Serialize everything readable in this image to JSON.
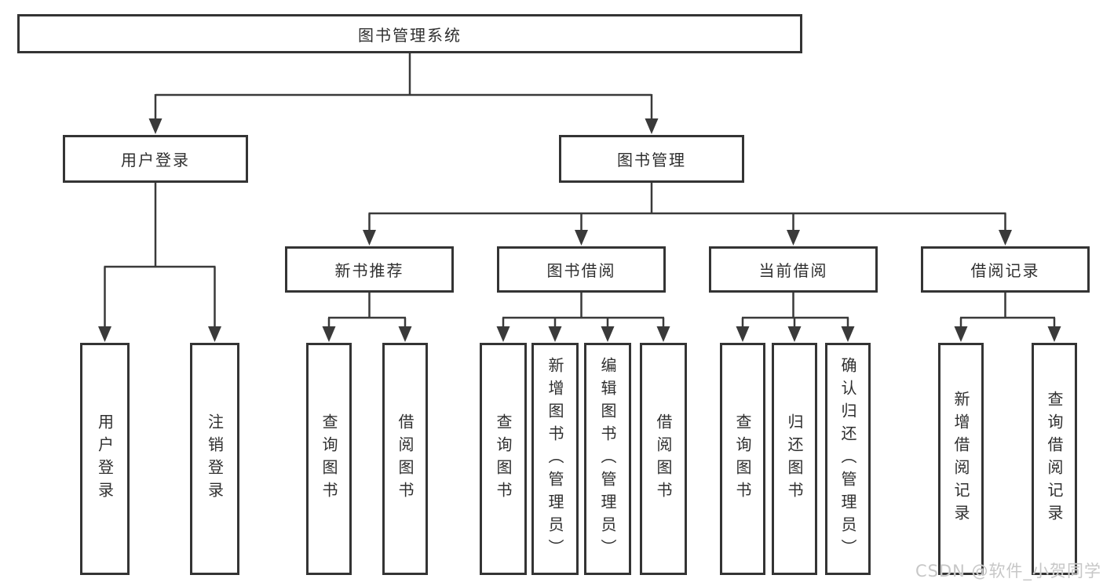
{
  "theme": {
    "background": "#ffffff",
    "line_color": "#3a3a3a",
    "box_border_color": "#343434",
    "text_color": "#2f2f2f",
    "watermark_color": "#c7c7c7"
  },
  "diagram_type": "hierarchy-tree",
  "nodes": {
    "root": "图书管理系统",
    "level2": [
      "用户登录",
      "图书管理"
    ],
    "level3": [
      "新书推荐",
      "图书借阅",
      "当前借阅",
      "借阅记录"
    ],
    "user_login_leaves": [
      "用户登录",
      "注销登录"
    ],
    "new_book_leaves": [
      "查询图书",
      "借阅图书"
    ],
    "book_borrow_leaves": [
      "查询图书",
      "新增图书（管理员）",
      "编辑图书（管理员）",
      "借阅图书"
    ],
    "current_borrow_leaves": [
      "查询图书",
      "归还图书",
      "确认归还（管理员）"
    ],
    "borrow_record_leaves": [
      "新增借阅记录",
      "查询借阅记录"
    ]
  },
  "watermark": {
    "text": "CSDN @软件_小贺同学"
  }
}
